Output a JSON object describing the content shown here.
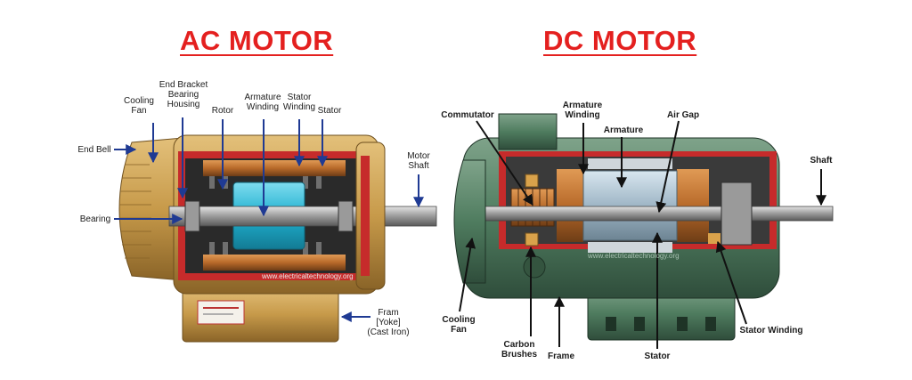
{
  "titles": {
    "ac": "AC MOTOR",
    "dc": "DC MOTOR"
  },
  "ac_labels": {
    "cooling_fan": "Cooling\nFan",
    "end_bracket": "End Bracket\nBearing\nHousing",
    "rotor": "Rotor",
    "armature_winding": "Armature\nWinding",
    "stator_winding": "Stator\nWinding",
    "stator": "Stator",
    "end_bell": "End Bell",
    "motor_shaft": "Motor\nShaft",
    "bearing": "Bearing",
    "frame": "Fram\n[Yoke]\n(Cast Iron)"
  },
  "dc_labels": {
    "commutator": "Commutator",
    "armature_winding": "Armature\nWinding",
    "armature": "Armature",
    "air_gap": "Air Gap",
    "shaft": "Shaft",
    "cooling_fan": "Cooling\nFan",
    "carbon_brushes": "Carbon\nBrushes",
    "frame": "Frame",
    "stator": "Stator",
    "stator_winding": "Stator Winding"
  },
  "watermark": "www.electricaltechnology.org",
  "colors": {
    "title": "#e4201f",
    "arrow": "#1f3a93",
    "ac_housing": "#c8a050",
    "dc_housing": "#4f7c5f",
    "copper": "#b86a2a",
    "rotor_core": "#28b4d0"
  }
}
